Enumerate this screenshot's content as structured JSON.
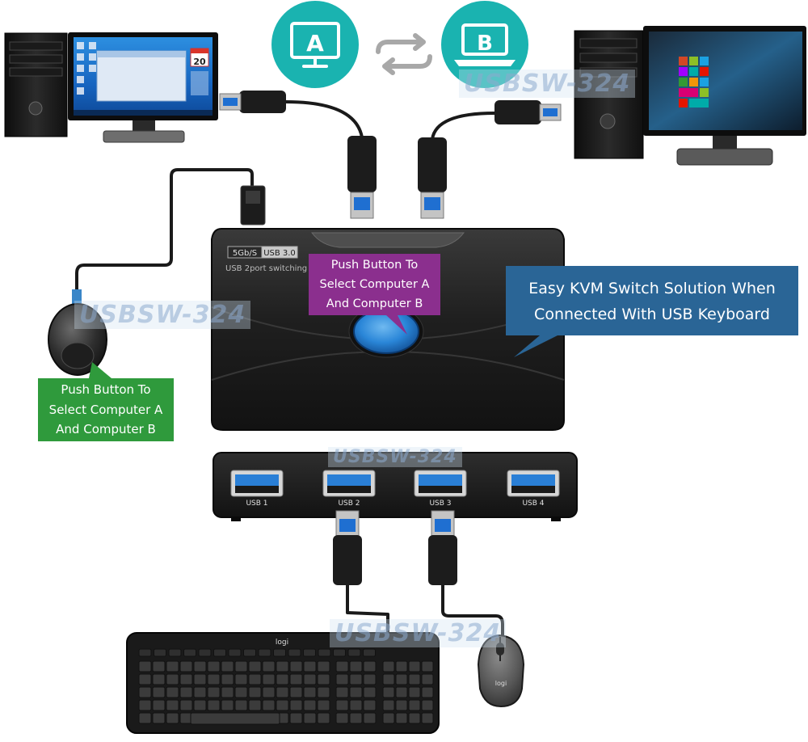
{
  "badges": {
    "a": "A",
    "b": "B"
  },
  "switch_box": {
    "speed_tag": "5Gb/S",
    "usb_tag": "USB 3.0",
    "subtitle": "USB 2port switching"
  },
  "hub_ports": [
    "USB 1",
    "USB 2",
    "USB 3",
    "USB 4"
  ],
  "keyboard_brand": "logi",
  "mouse_brand": "logi",
  "monitor_a_calendar": "20",
  "callouts": {
    "top": [
      "Push Button To",
      "Select Computer A",
      "And Computer B"
    ],
    "left": [
      "Push Button To",
      "Select Computer A",
      "And Computer B"
    ],
    "right": [
      "Easy KVM Switch Solution When",
      "Connected With USB Keyboard"
    ]
  },
  "watermark": "USBSW-324",
  "colors": {
    "badge_teal": "#1ab3b0",
    "callout_purple": "#8b2f8e",
    "callout_green": "#2f9a3c",
    "callout_blue": "#2a6596",
    "usb_blue": "#1f6fd1",
    "device_black": "#1c1c1c"
  }
}
